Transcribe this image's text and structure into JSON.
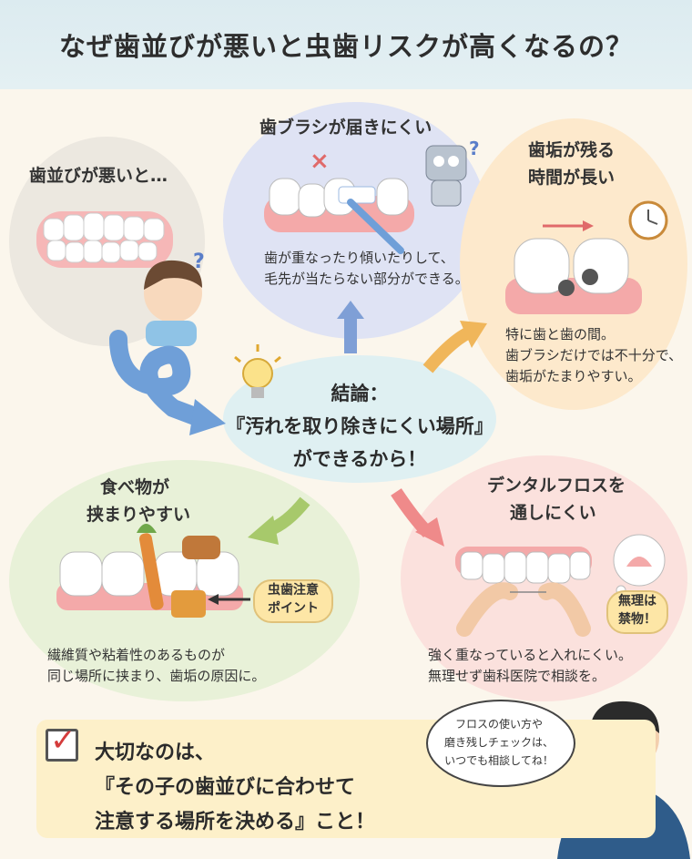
{
  "title": "なぜ歯並びが悪いと虫歯リスクが高くなるの？",
  "intro": {
    "label": "歯並びが悪いと…"
  },
  "brush": {
    "title": "歯ブラシが届きにくい",
    "lines": [
      "歯が重なったり傾いたりして、",
      "毛先が当たらない部分ができる。"
    ]
  },
  "plaque": {
    "title_lines": [
      "歯垢が残る",
      "時間が長い"
    ],
    "lines": [
      "特に歯と歯の間。",
      "歯ブラシだけでは不十分で、",
      "歯垢がたまりやすい。"
    ]
  },
  "center": {
    "lines": [
      "結論：",
      "『汚れを取り除きにくい場所』",
      "ができるから！"
    ]
  },
  "food": {
    "title_lines": [
      "食べ物が",
      "挟まりやすい"
    ],
    "badge_lines": [
      "虫歯注意",
      "ポイント"
    ],
    "lines": [
      "繊維質や粘着性のあるものが",
      "同じ場所に挟まり、歯垢の原因に。"
    ]
  },
  "floss": {
    "title_lines": [
      "デンタルフロスを",
      "通しにくい"
    ],
    "badge_lines": [
      "無理は",
      "禁物！"
    ],
    "lines": [
      "強く重なっていると入れにくい。",
      "無理せず歯科医院で相談を。"
    ]
  },
  "summary": {
    "check_mark": "✓",
    "lines": [
      "大切なのは、",
      "『その子の歯並びに合わせて",
      "注意する場所を決める』こと！"
    ]
  },
  "speech": {
    "lines": [
      "フロスの使い方や",
      "磨き残しチェックは、",
      "いつでも相談してね！"
    ]
  },
  "colors": {
    "header_bg": "#dcebf0",
    "brush_blob": "#dfe3f4",
    "plaque_blob": "#fde9cc",
    "food_blob": "#e8f1d8",
    "floss_blob": "#fbe1dd",
    "center_blob": "#dff0f2",
    "summary_bg": "#fdf0c9",
    "arrow_blue": "#6f9fd8",
    "accent_red": "#d43c3c"
  }
}
